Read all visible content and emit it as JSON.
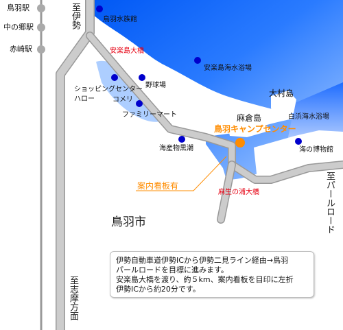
{
  "colors": {
    "sea_deep": "#0060ff",
    "sea_light": "#ffffff",
    "road": "#cccccc",
    "road_edge": "#999999",
    "rail": "#999999",
    "poi_dot": "#0000cc",
    "camp_dot": "#ff8c00",
    "camp_label": "#ff8c00",
    "bridge_label": "#e60012",
    "sign_label": "#ff8c00"
  },
  "stations": [
    {
      "label": "鳥羽駅"
    },
    {
      "label": "中の郷駅"
    },
    {
      "label": "赤崎駅"
    }
  ],
  "roads": {
    "to_ise": "至伊勢",
    "to_shima": "至志摩方面",
    "to_pearl_road": "至パールロード"
  },
  "islands": {
    "daimyo": "大村島",
    "asakura": "麻倉島"
  },
  "city": "鳥羽市",
  "bridges": {
    "anrakujima": "安楽島大橋",
    "asou_no_ura": "麻生の浦大橋"
  },
  "pois": [
    {
      "id": "aquarium",
      "label": "鳥羽水族館",
      "icon": "blue-dot"
    },
    {
      "id": "beach",
      "label": "安楽島海水浴場",
      "icon": "blue-dot"
    },
    {
      "id": "shopping",
      "label": "ショッピングセンター\nハロー",
      "icon": "blue-dot"
    },
    {
      "id": "baseball",
      "label": "野球場",
      "icon": "blue-dot"
    },
    {
      "id": "komeri",
      "label": "コメリ",
      "icon": "blue-dot"
    },
    {
      "id": "familymart",
      "label": "ファミリーマート",
      "icon": "blue-dot"
    },
    {
      "id": "kuroshio",
      "label": "海産物黒潮",
      "icon": "blue-dot"
    },
    {
      "id": "shirahama",
      "label": "白浜海水浴場",
      "icon": "blue-dot"
    },
    {
      "id": "sea_museum",
      "label": "海の博物館",
      "icon": "blue-dot"
    }
  ],
  "camp": {
    "label": "鳥羽キャンプセンター",
    "icon": "orange-dot"
  },
  "sign": {
    "label": "案内看板有"
  },
  "note": {
    "line1": "伊勢自動車道伊勢ICから伊勢二見ライン経由→鳥羽",
    "line2": "パールロードを目標に進みます。",
    "line3": "安楽島大橋を渡り、約５km、案内看板を目印に左折",
    "line4": "伊勢ICから約20分です。"
  }
}
